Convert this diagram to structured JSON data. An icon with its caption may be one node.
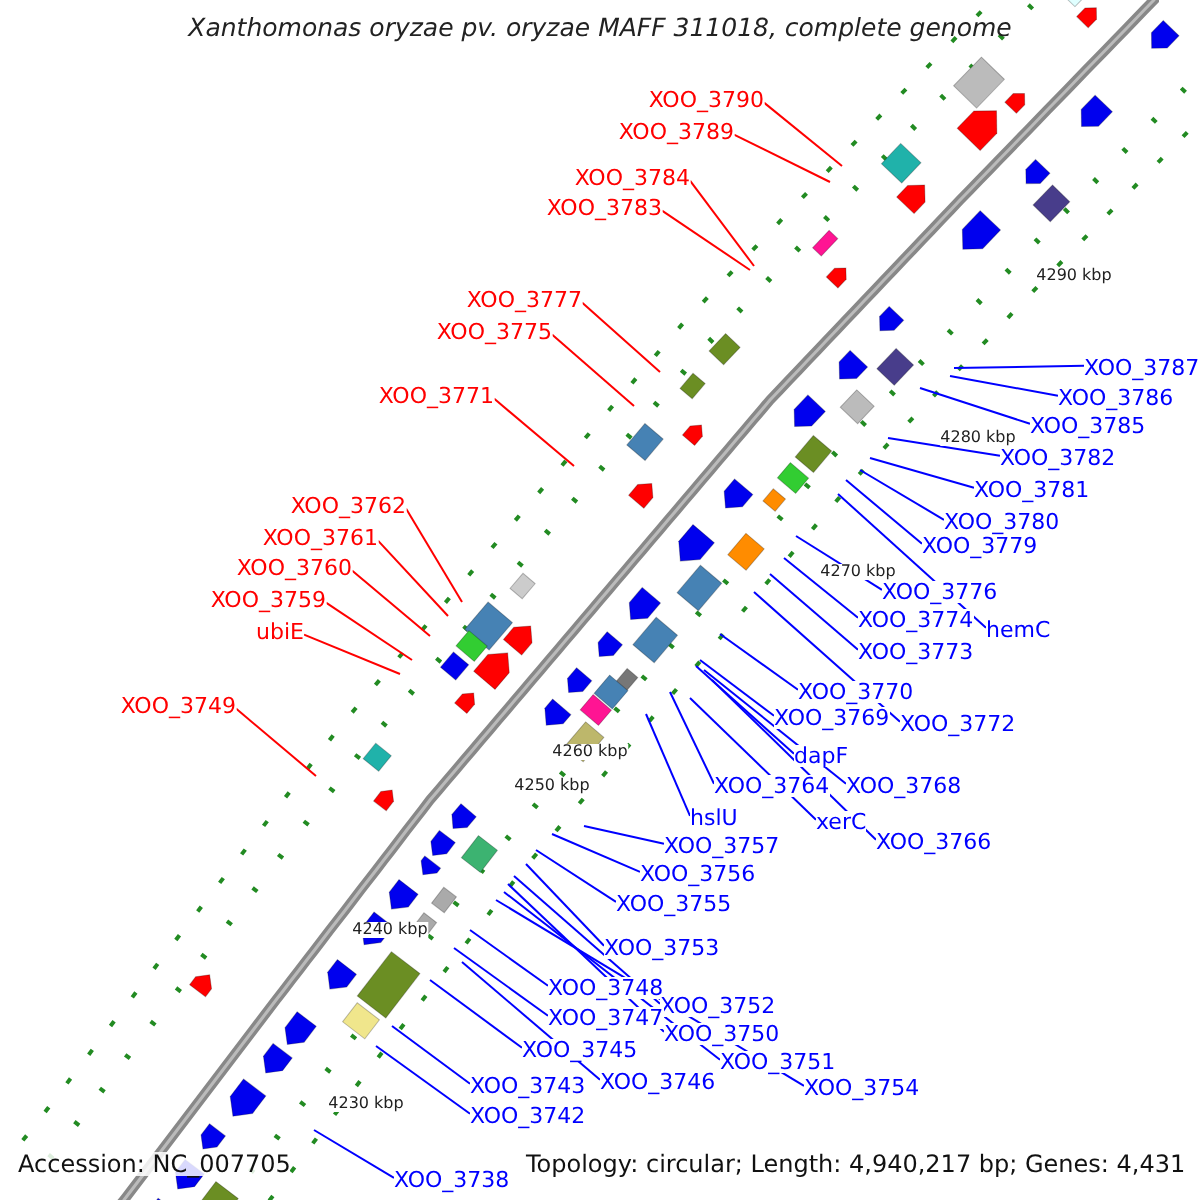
{
  "diagram": {
    "title": "Xanthomonas oryzae pv. oryzae MAFF 311018, complete genome",
    "nodes": [
      {
        "text": [
          "XOO_3790"
        ]
      },
      {
        "text": [
          "XOO_3789"
        ]
      },
      {
        "text": [
          "XOO_3784"
        ]
      },
      {
        "text": [
          "XOO_3783"
        ]
      },
      {
        "text": [
          "XOO_3777"
        ]
      },
      {
        "text": [
          "XOO_3775"
        ]
      },
      {
        "text": [
          "XOO_3771"
        ]
      },
      {
        "text": [
          "XOO_3762"
        ]
      },
      {
        "text": [
          "XOO_3761"
        ]
      },
      {
        "text": [
          "XOO_3760"
        ]
      },
      {
        "text": [
          "XOO_3759"
        ]
      },
      {
        "text": [
          "ubiE"
        ]
      },
      {
        "text": [
          "XOO_3749"
        ]
      },
      {
        "text": [
          "XOO_3787"
        ]
      },
      {
        "text": [
          "XOO_3786"
        ]
      },
      {
        "text": [
          "XOO_3785"
        ]
      },
      {
        "text": [
          "XOO_3782"
        ]
      },
      {
        "text": [
          "XOO_3781"
        ]
      },
      {
        "text": [
          "XOO_3780"
        ]
      },
      {
        "text": [
          "XOO_3779"
        ]
      },
      {
        "text": [
          "XOO_3776"
        ]
      },
      {
        "text": [
          "hemC"
        ]
      },
      {
        "text": [
          "XOO_3774"
        ]
      },
      {
        "text": [
          "XOO_3773"
        ]
      },
      {
        "text": [
          "XOO_3770"
        ]
      },
      {
        "text": [
          "XOO_3772"
        ]
      },
      {
        "text": [
          "XOO_3769"
        ]
      },
      {
        "text": [
          "dapF"
        ]
      },
      {
        "text": [
          "XOO_3768"
        ]
      },
      {
        "text": [
          "XOO_3764"
        ]
      },
      {
        "text": [
          "hslU"
        ]
      },
      {
        "text": [
          "xerC"
        ]
      },
      {
        "text": [
          "XOO_3766"
        ]
      },
      {
        "text": [
          "XOO_3757"
        ]
      },
      {
        "text": [
          "XOO_3756"
        ]
      },
      {
        "text": [
          "XOO_3755"
        ]
      },
      {
        "text": [
          "XOO_3753"
        ]
      },
      {
        "text": [
          "XOO_3748"
        ]
      },
      {
        "text": [
          "XOO_3752"
        ]
      },
      {
        "text": [
          "XOO_3747"
        ]
      },
      {
        "text": [
          "XOO_3750"
        ]
      },
      {
        "text": [
          "XOO_3745"
        ]
      },
      {
        "text": [
          "XOO_3751"
        ]
      },
      {
        "text": [
          "XOO_3746"
        ]
      },
      {
        "text": [
          "XOO_3754"
        ]
      },
      {
        "text": [
          "XOO_3743"
        ]
      },
      {
        "text": [
          "XOO_3742"
        ]
      },
      {
        "text": [
          "XOO_3738"
        ]
      }
    ],
    "edges": [
      {
        "from": 0,
        "to": null,
        "arrow": "none",
        "color": "#ff0000"
      },
      {
        "from": 1,
        "to": null,
        "arrow": "none",
        "color": "#ff0000"
      },
      {
        "from": 2,
        "to": null,
        "arrow": "none",
        "color": "#ff0000"
      },
      {
        "from": 3,
        "to": null,
        "arrow": "none",
        "color": "#ff0000"
      },
      {
        "from": 4,
        "to": null,
        "arrow": "none",
        "color": "#ff0000"
      },
      {
        "from": 5,
        "to": null,
        "arrow": "none",
        "color": "#ff0000"
      },
      {
        "from": 6,
        "to": null,
        "arrow": "none",
        "color": "#ff0000"
      },
      {
        "from": 7,
        "to": null,
        "arrow": "none",
        "color": "#ff0000"
      },
      {
        "from": 8,
        "to": null,
        "arrow": "none",
        "color": "#ff0000"
      },
      {
        "from": 9,
        "to": null,
        "arrow": "none",
        "color": "#ff0000"
      },
      {
        "from": 10,
        "to": null,
        "arrow": "none",
        "color": "#ff0000"
      },
      {
        "from": 11,
        "to": null,
        "arrow": "none",
        "color": "#ff0000"
      },
      {
        "from": 12,
        "to": null,
        "arrow": "none",
        "color": "#ff0000"
      },
      {
        "from": 13,
        "to": null,
        "arrow": "none"
      },
      {
        "from": 14,
        "to": null,
        "arrow": "none"
      },
      {
        "from": 15,
        "to": null,
        "arrow": "none"
      },
      {
        "from": 16,
        "to": null,
        "arrow": "none"
      },
      {
        "from": 17,
        "to": null,
        "arrow": "none"
      },
      {
        "from": 18,
        "to": null,
        "arrow": "none"
      },
      {
        "from": 19,
        "to": null,
        "arrow": "none"
      },
      {
        "from": 20,
        "to": null,
        "arrow": "none"
      },
      {
        "from": 21,
        "to": null,
        "arrow": "none"
      },
      {
        "from": 22,
        "to": null,
        "arrow": "none"
      },
      {
        "from": 23,
        "to": null,
        "arrow": "none"
      },
      {
        "from": 24,
        "to": null,
        "arrow": "none"
      },
      {
        "from": 25,
        "to": null,
        "arrow": "none"
      },
      {
        "from": 26,
        "to": null,
        "arrow": "none"
      },
      {
        "from": 27,
        "to": null,
        "arrow": "none"
      },
      {
        "from": 28,
        "to": null,
        "arrow": "none"
      },
      {
        "from": 29,
        "to": null,
        "arrow": "none"
      },
      {
        "from": 30,
        "to": null,
        "arrow": "none"
      },
      {
        "from": 31,
        "to": null,
        "arrow": "none"
      },
      {
        "from": 32,
        "to": null,
        "arrow": "none"
      },
      {
        "from": 33,
        "to": null,
        "arrow": "none"
      },
      {
        "from": 34,
        "to": null,
        "arrow": "none"
      },
      {
        "from": 35,
        "to": null,
        "arrow": "none"
      },
      {
        "from": 36,
        "to": null,
        "arrow": "none"
      },
      {
        "from": 37,
        "to": null,
        "arrow": "none"
      },
      {
        "from": 38,
        "to": null,
        "arrow": "none"
      },
      {
        "from": 39,
        "to": null,
        "arrow": "none"
      },
      {
        "from": 40,
        "to": null,
        "arrow": "none"
      },
      {
        "from": 41,
        "to": null,
        "arrow": "none"
      },
      {
        "from": 42,
        "to": null,
        "arrow": "none"
      },
      {
        "from": 43,
        "to": null,
        "arrow": "none"
      },
      {
        "from": 44,
        "to": null,
        "arrow": "none"
      },
      {
        "from": 45,
        "to": null,
        "arrow": "none"
      },
      {
        "from": 46,
        "to": null,
        "arrow": "none"
      },
      {
        "from": 47,
        "to": null,
        "arrow": "none"
      }
    ],
    "labels": [
      "4290 kbp",
      "4280 kbp",
      "4270 kbp",
      "4260 kbp",
      "4250 kbp",
      "4240 kbp",
      "4230 kbp",
      "Accession: NC_007705",
      "Topology: circular; Length: 4,940,217 bp; Genes: 4,431"
    ]
  }
}
